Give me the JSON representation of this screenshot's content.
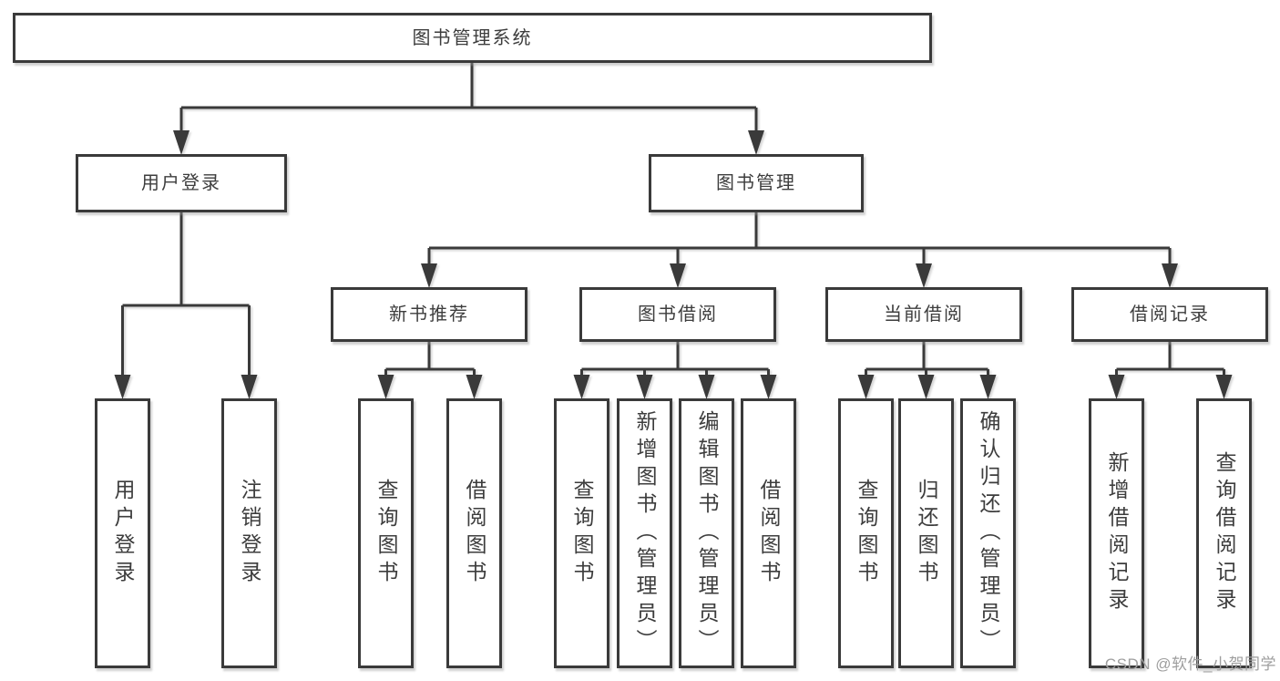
{
  "diagram": {
    "type": "hierarchy-tree",
    "tree": {
      "root": {
        "label": "图书管理系统"
      },
      "children": [
        {
          "label": "用户登录",
          "children": [
            {
              "label": "用户登录"
            },
            {
              "label": "注销登录"
            }
          ]
        },
        {
          "label": "图书管理",
          "children": [
            {
              "label": "新书推荐",
              "children": [
                {
                  "label": "查询图书"
                },
                {
                  "label": "借阅图书"
                }
              ]
            },
            {
              "label": "图书借阅",
              "children": [
                {
                  "label": "查询图书"
                },
                {
                  "label": "新增图书（管理员）"
                },
                {
                  "label": "编辑图书（管理员）"
                },
                {
                  "label": "借阅图书"
                }
              ]
            },
            {
              "label": "当前借阅",
              "children": [
                {
                  "label": "查询图书"
                },
                {
                  "label": "归还图书"
                },
                {
                  "label": "确认归还（管理员）"
                }
              ]
            },
            {
              "label": "借阅记录",
              "children": [
                {
                  "label": "新增借阅记录"
                },
                {
                  "label": "查询借阅记录"
                }
              ]
            }
          ]
        }
      ]
    },
    "colors": {
      "line": "#3a3a3a",
      "text": "#3d3d3d",
      "node_fill": "#ffffff",
      "background": "#ffffff"
    }
  },
  "watermark": {
    "text": "CSDN @软件_小贺同学",
    "color": "#9e9e9e"
  }
}
